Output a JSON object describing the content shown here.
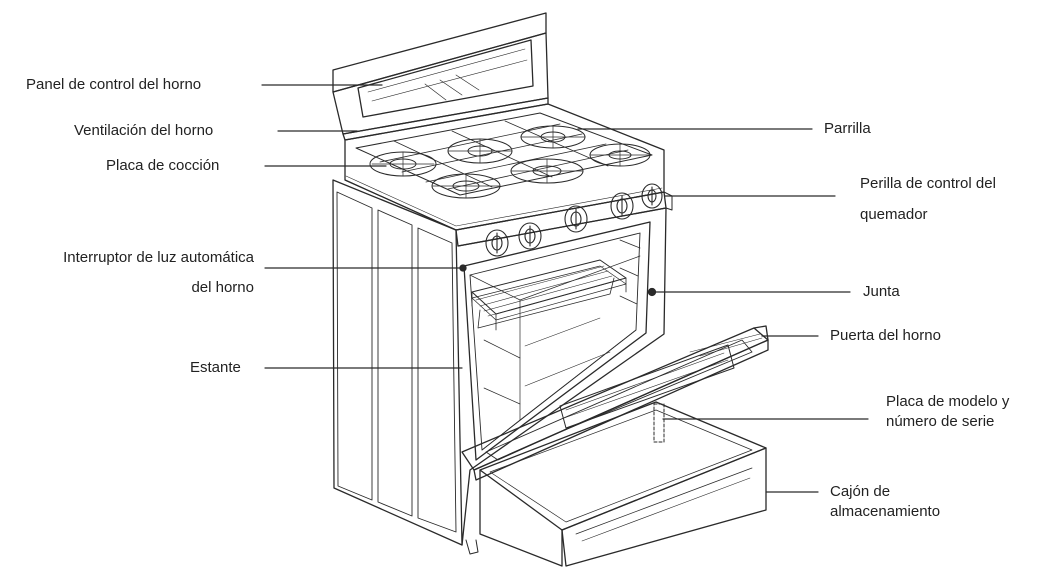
{
  "labels": {
    "panel_control_horno": "Panel de control del horno",
    "ventilacion_horno": "Ventilación del horno",
    "placa_coccion": "Placa de cocción",
    "interruptor_luz_1": "Interruptor de luz automática",
    "interruptor_luz_2": "del horno",
    "estante": "Estante",
    "parrilla": "Parrilla",
    "perilla_1": "Perilla de control del",
    "perilla_2": "quemador",
    "junta": "Junta",
    "puerta_horno": "Puerta del horno",
    "placa_modelo_1": "Placa de modelo y",
    "placa_modelo_2": "número de serie",
    "cajon_1": "Cajón de",
    "cajon_2": "almacenamiento"
  },
  "colors": {
    "line": "#2a2a2a",
    "text": "#222222"
  },
  "icons": {
    "illustration": "gas-range-oven-icon"
  }
}
